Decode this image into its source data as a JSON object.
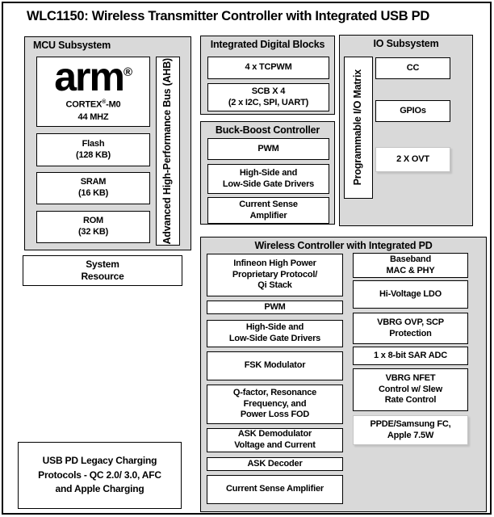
{
  "title": "WLC1150: Wireless Transmitter Controller with Integrated USB PD",
  "colors": {
    "panel_gray": "#d9d9d9",
    "border": "#000000",
    "box_white": "#ffffff"
  },
  "mcu": {
    "header": "MCU Subsystem",
    "arm_logo": "arm",
    "arm_reg": "®",
    "cortex_pre": "CORTEX",
    "cortex_reg": "®",
    "cortex_post": "-M0",
    "freq": "44 MHZ",
    "flash": "Flash\n(128 KB)",
    "sram": "SRAM\n(16 KB)",
    "rom": "ROM\n(32 KB)",
    "ahb": "Advanced High-Performance Bus (AHB)"
  },
  "system_resource": "System\nResource",
  "usb_pd": "USB PD  Legacy Charging\nProtocols - QC 2.0/ 3.0, AFC\nand Apple Charging",
  "integrated_digital": {
    "header": "Integrated Digital Blocks",
    "items": [
      "4 x TCPWM",
      "SCB X 4\n(2 x I2C, SPI, UART)"
    ]
  },
  "buck_boost": {
    "header": "Buck-Boost Controller",
    "items": [
      "PWM",
      "High-Side and\nLow-Side Gate Drivers",
      "Current Sense\nAmplifier"
    ]
  },
  "io_subsystem": {
    "header": "IO Subsystem",
    "matrix": "Programmable I/O Matrix",
    "items": [
      "CC",
      "GPIOs",
      "2 X OVT"
    ]
  },
  "wireless": {
    "header": "Wireless Controller with Integrated PD",
    "left_items": [
      "Infineon High Power\nProprietary Protocol/\nQi Stack",
      "PWM",
      "High-Side and\nLow-Side Gate Drivers",
      "FSK Modulator",
      "Q-factor, Resonance\nFrequency, and\nPower Loss FOD",
      "ASK Demodulator\nVoltage and Current",
      "ASK Decoder",
      "Current Sense Amplifier"
    ],
    "right_items": [
      "Baseband\nMAC & PHY",
      "Hi-Voltage LDO",
      "VBRG OVP, SCP\nProtection",
      "1 x 8-bit SAR ADC",
      "VBRG NFET\nControl w/ Slew\nRate Control",
      "PPDE/Samsung FC,\nApple 7.5W"
    ]
  }
}
